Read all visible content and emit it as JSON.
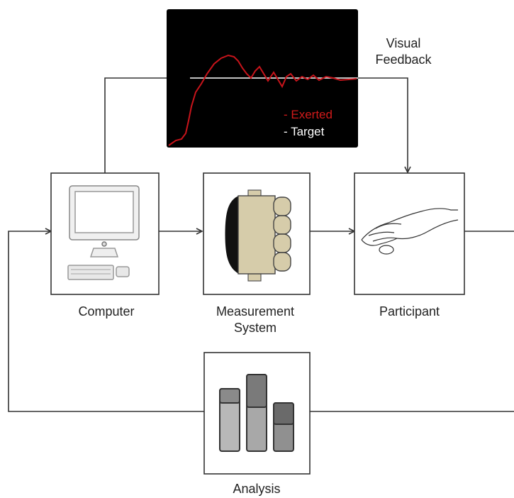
{
  "diagram": {
    "visual_feedback_label": "Visual\nFeedback",
    "legend": {
      "exerted": "- Exerted",
      "target": "- Target"
    },
    "nodes": {
      "computer": "Computer",
      "measurement_system": "Measurement\nSystem",
      "participant": "Participant",
      "analysis": "Analysis"
    },
    "colors": {
      "exerted_trace": "#c8141b",
      "target_line": "#ffffff",
      "monitor_background": "#000000",
      "device_body": "#d6ccaa"
    }
  }
}
